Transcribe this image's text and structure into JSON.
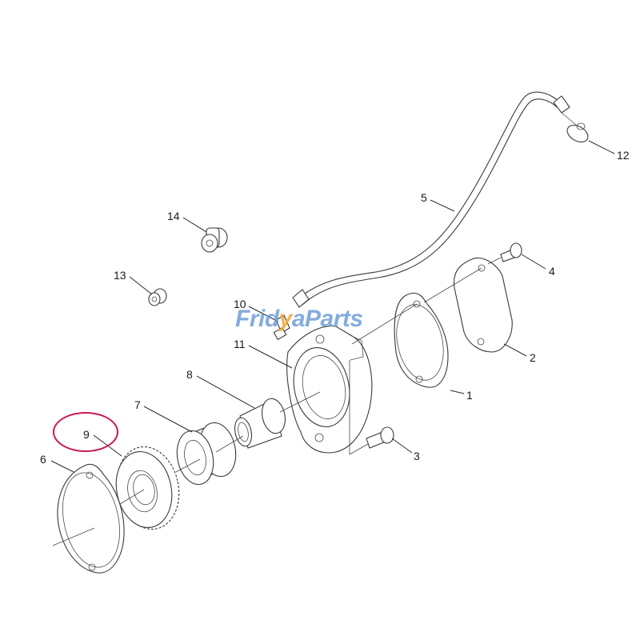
{
  "diagram": {
    "type": "exploded-parts-diagram",
    "watermark": {
      "prefix": "Frid",
      "accent": "y",
      "mid": "a",
      "suffix": "Parts",
      "full": "FridayParts",
      "color": "#6f9fd8",
      "accent_color": "#f0a93c"
    },
    "highlight": {
      "target": "9",
      "color": "#c8194e"
    },
    "callouts": [
      {
        "id": "1",
        "label": "1",
        "part": "gasket"
      },
      {
        "id": "2",
        "label": "2",
        "part": "cover-plate"
      },
      {
        "id": "3",
        "label": "3",
        "part": "flange-bolt"
      },
      {
        "id": "4",
        "label": "4",
        "part": "flange-bolt"
      },
      {
        "id": "5",
        "label": "5",
        "part": "oil-tube"
      },
      {
        "id": "6",
        "label": "6",
        "part": "gasket"
      },
      {
        "id": "7",
        "label": "7",
        "part": "bearing"
      },
      {
        "id": "8",
        "label": "8",
        "part": "shaft-sleeve"
      },
      {
        "id": "9",
        "label": "9",
        "part": "idler-gear"
      },
      {
        "id": "10",
        "label": "10",
        "part": "fitting"
      },
      {
        "id": "11",
        "label": "11",
        "part": "housing"
      },
      {
        "id": "12",
        "label": "12",
        "part": "elbow-fitting"
      },
      {
        "id": "13",
        "label": "13",
        "part": "plug"
      },
      {
        "id": "14",
        "label": "14",
        "part": "plug"
      }
    ]
  }
}
